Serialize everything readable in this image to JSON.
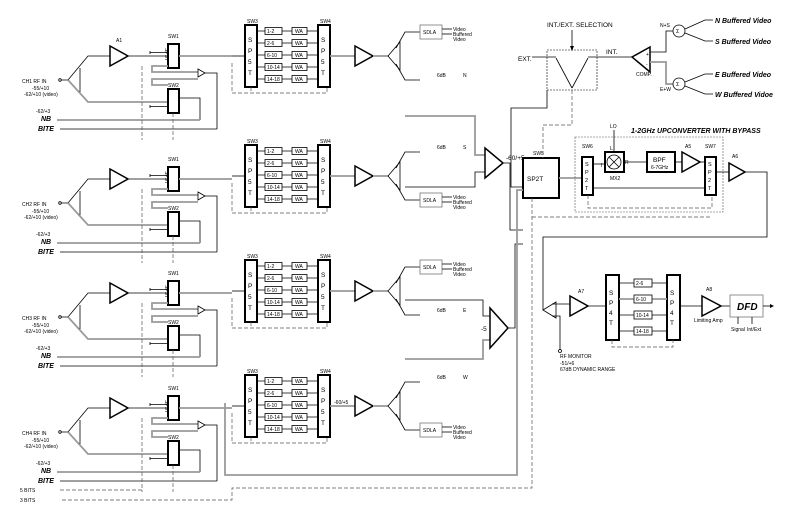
{
  "channels": [
    {
      "input": "CH1 RF IN",
      "range1": "-55/+10",
      "range2": "-62/+10 (video)",
      "nb_level": "-62/+3",
      "nb": "NB",
      "bite": "BITE",
      "amp": "A1",
      "sw1": "SW1",
      "sw2": "SW2",
      "sw1_type": "SPST",
      "sw2_type": "SPST"
    },
    {
      "input": "CH2 RF IN",
      "range1": "-55/+10",
      "range2": "-62/+10 (video)",
      "nb_level": "-62/+3",
      "nb": "NB",
      "bite": "BITE",
      "amp": "",
      "sw1": "SW1",
      "sw2": "SW2",
      "sw1_type": "SPST",
      "sw2_type": "SPST"
    },
    {
      "input": "CH3 RF IN",
      "range1": "-55/+10",
      "range2": "-62/+10 (video)",
      "nb_level": "-62/+3",
      "nb": "NB",
      "bite": "BITE",
      "amp": "",
      "sw1": "SW1",
      "sw2": "SW2",
      "sw1_type": "SPST",
      "sw2_type": "SPST"
    },
    {
      "input": "CH4 RF IN",
      "range1": "-55/+10",
      "range2": "-62/+10 (video)",
      "nb_level": "-62/+3",
      "nb": "NB",
      "bite": "BITE",
      "amp": "",
      "sw1": "SW1",
      "sw2": "SW2",
      "sw1_type": "SPST",
      "sw2_type": "SPST"
    }
  ],
  "filter_bank": {
    "sw3": "SW3",
    "sw4": "SW4",
    "switch_letters": [
      "S",
      "P",
      "5",
      "T"
    ],
    "bands": [
      "1-2",
      "2-6",
      "6-10",
      "10-14",
      "14-18"
    ],
    "amp_label": "WA",
    "ch4_level": "-60/+5"
  },
  "detectors": [
    {
      "sdla": "SDLA",
      "out1": "Video",
      "out2": "Buffered",
      "out3": "Video",
      "pad": "6dB",
      "dir": "N"
    },
    {
      "sdla": "SDLA",
      "out1": "Video",
      "out2": "Buffered",
      "out3": "Video",
      "pad": "6dB",
      "dir": "S"
    },
    {
      "sdla": "SDLA",
      "out1": "Video",
      "out2": "Buffered",
      "out3": "Video",
      "pad": "6dB",
      "dir": "E"
    },
    {
      "sdla": "SDLA",
      "out1": "Video",
      "out2": "Buffered",
      "out3": "Video",
      "pad": "6dB",
      "dir": "W"
    }
  ],
  "combiners": {
    "ns_level": "-60/+5",
    "ew_level": "-5"
  },
  "selection": {
    "title": "INT./EXT. SELECTION",
    "ext": "EXT.",
    "int": "INT."
  },
  "comparator": {
    "label": "COMP.",
    "plus": "+",
    "minus": "-",
    "ns": "N+S",
    "ew": "E+W",
    "sum": "Σ"
  },
  "outputs": [
    "N Buffered Video",
    "S Buffered Video",
    "E Buffered Video",
    "W Buffered Vidoe"
  ],
  "sp2t": {
    "label": "SP2T",
    "sw": "SW5"
  },
  "upconverter": {
    "title": "1-2GHz UPCONVERTER WITH BYPASS",
    "sw6": "SW6",
    "sw7": "SW7",
    "sw_letters": [
      "S",
      "P",
      "2",
      "T"
    ],
    "lo": "LO",
    "mixer": "MX2",
    "l": "L",
    "i": "I",
    "r": "R",
    "bpf": "BPF",
    "bpf_range": "6-7GHz",
    "a5": "A5",
    "a6": "A6"
  },
  "back_end": {
    "a7": "A7",
    "sp4t_letters": [
      "S",
      "P",
      "4",
      "T"
    ],
    "bands": [
      "2-6",
      "6-10",
      "10-14",
      "14-18"
    ],
    "a8": "A8",
    "limiting": "Limiting Amp",
    "dfd": "DFD",
    "signal": "Signal",
    "int_ext": "Int/Ext",
    "monitor": "RF MONITOR",
    "monitor_level": "-51/+6",
    "dynamic": "67dB DYNAMIC RANGE"
  },
  "bits": [
    "5 BITS",
    "3 BITS"
  ]
}
